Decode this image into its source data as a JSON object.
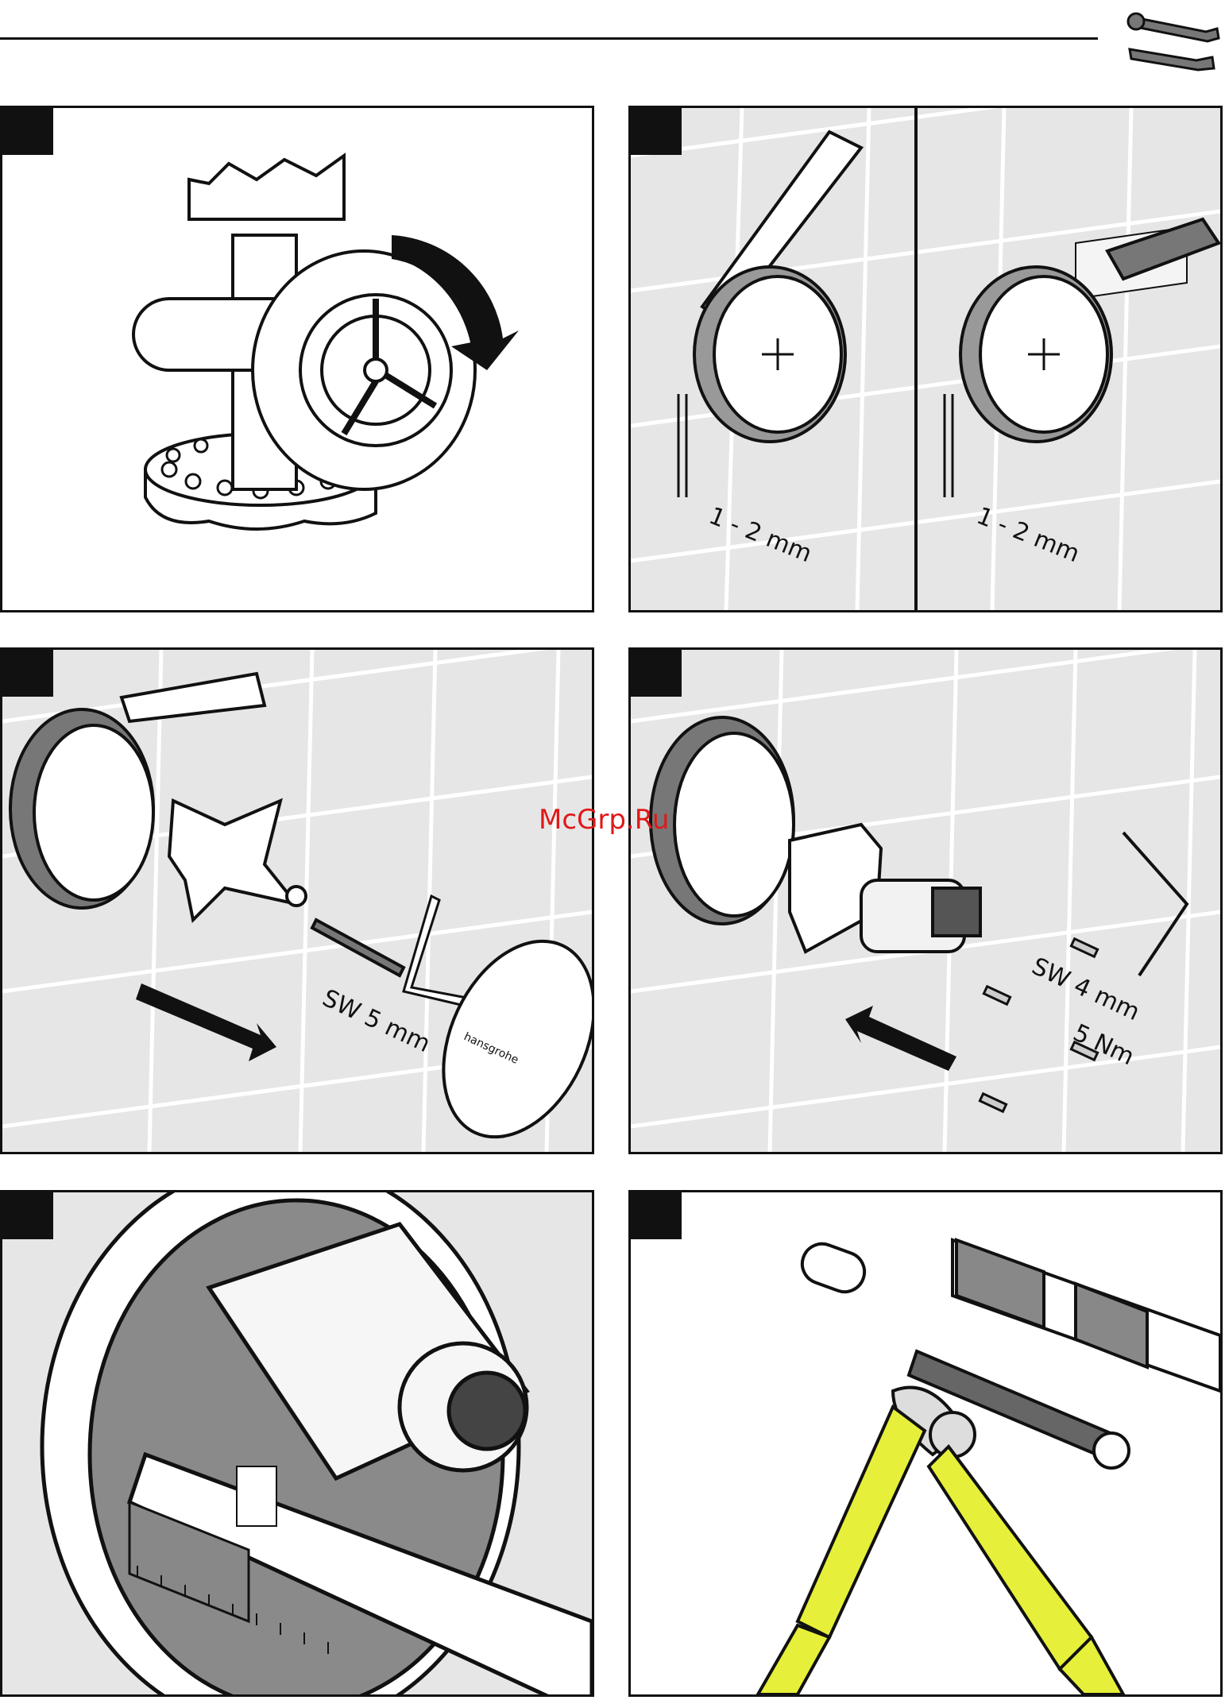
{
  "header": {
    "icon": "wrench-screwdriver-icon"
  },
  "panels": [
    {
      "id": 1,
      "icon": "shutoff-valve-icon"
    },
    {
      "id": 2,
      "left_label": "1 - 2 mm",
      "right_label": "1 - 2 mm"
    },
    {
      "id": 3,
      "label": "SW 5 mm",
      "cover_brand": "hansgrohe"
    },
    {
      "id": 4,
      "label_line1": "SW 4 mm",
      "label_line2": "5 Nm"
    },
    {
      "id": 5,
      "icon": "measuring-ruler-icon"
    },
    {
      "id": 6,
      "icon": "side-cutter-pliers-icon"
    }
  ],
  "watermark": "McGrp.Ru",
  "colors": {
    "tile_bg": "#e6e6e6",
    "grout": "#ffffff",
    "ink": "#111111",
    "pliers_handle": "#e6f03a",
    "watermark": "#e01818"
  }
}
